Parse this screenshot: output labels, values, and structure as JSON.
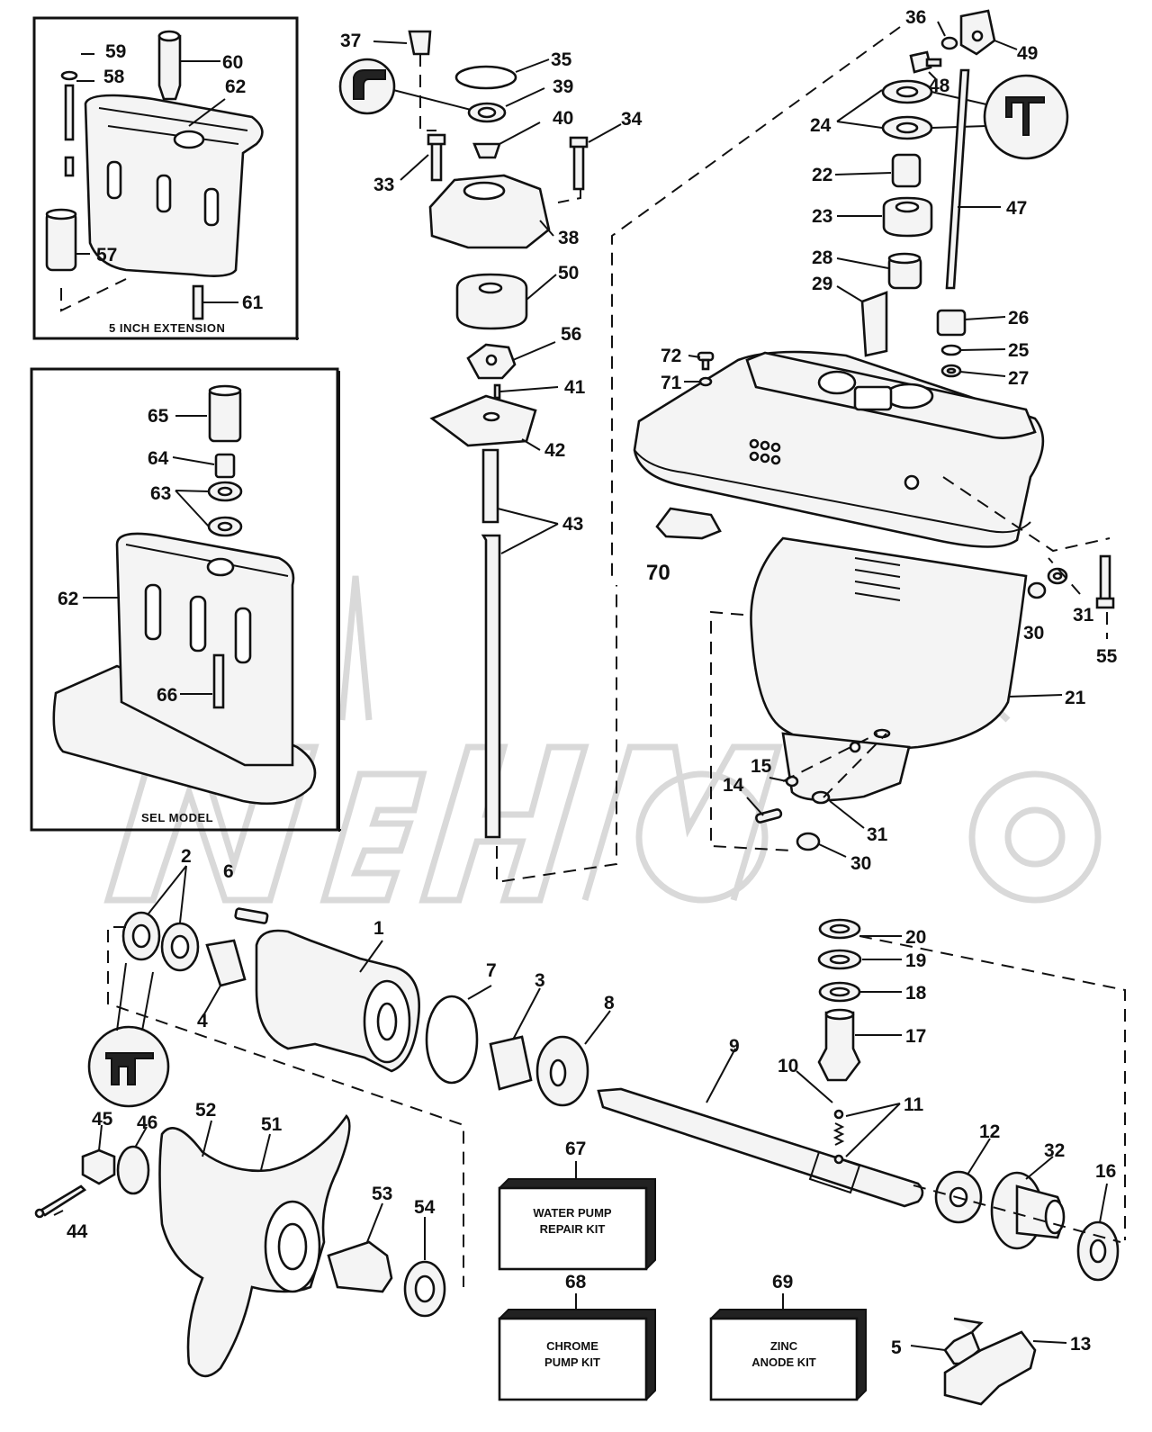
{
  "labels": {
    "n1": "1",
    "n2": "2",
    "n3": "3",
    "n4": "4",
    "n5": "5",
    "n6": "6",
    "n7": "7",
    "n8": "8",
    "n9": "9",
    "n10": "10",
    "n11": "11",
    "n12": "12",
    "n13": "13",
    "n14": "14",
    "n15": "15",
    "n16": "16",
    "n17": "17",
    "n18": "18",
    "n19": "19",
    "n20": "20",
    "n21": "21",
    "n22": "22",
    "n23": "23",
    "n24": "24",
    "n25": "25",
    "n26": "26",
    "n27": "27",
    "n28": "28",
    "n29": "29",
    "n30a": "30",
    "n30b": "30",
    "n31a": "31",
    "n31b": "31",
    "n32": "32",
    "n33": "33",
    "n34": "34",
    "n35": "35",
    "n36": "36",
    "n37": "37",
    "n38": "38",
    "n39": "39",
    "n40": "40",
    "n41": "41",
    "n42": "42",
    "n43": "43",
    "n44": "44",
    "n45": "45",
    "n46": "46",
    "n47": "47",
    "n48": "48",
    "n49": "49",
    "n50": "50",
    "n51": "51",
    "n52": "52",
    "n53": "53",
    "n54": "54",
    "n55": "55",
    "n56": "56",
    "n57": "57",
    "n58": "58",
    "n59": "59",
    "n60": "60",
    "n61": "61",
    "n62a": "62",
    "n62b": "62",
    "n63": "63",
    "n64": "64",
    "n65": "65",
    "n66": "66",
    "n67": "67",
    "n68": "68",
    "n69": "69",
    "n70": "70",
    "n71": "71",
    "n72": "72"
  },
  "insets": {
    "extension_caption": "5 INCH EXTENSION",
    "sel_caption": "SEL MODEL"
  },
  "kits": {
    "water_pump_line1": "WATER PUMP",
    "water_pump_line2": "REPAIR KIT",
    "chrome_line1": "CHROME",
    "chrome_line2": "PUMP KIT",
    "zinc_line1": "ZINC",
    "zinc_line2": "ANODE KIT"
  },
  "colors": {
    "ink": "#111111",
    "paper": "#ffffff",
    "watermark": "#d9d9d9"
  }
}
